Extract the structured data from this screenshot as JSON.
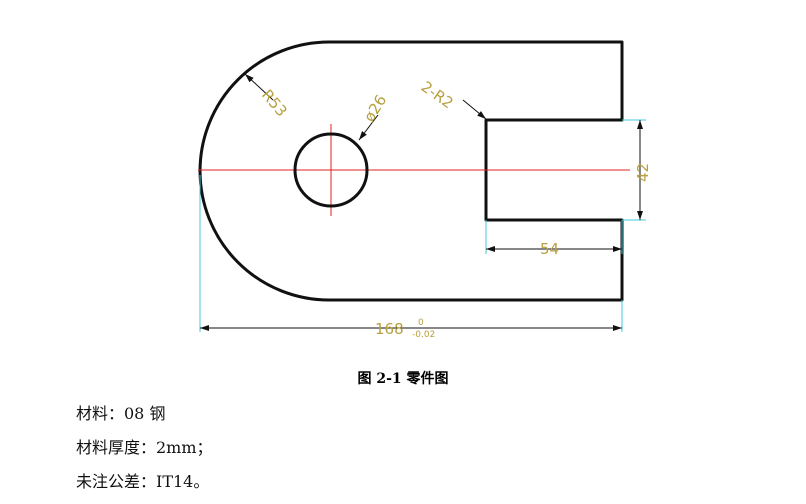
{
  "drawing": {
    "dim_r53": "R53",
    "dim_phi26": "ø26",
    "dim_2r2": "2-R2",
    "dim_42": "42",
    "dim_54": "54",
    "dim_168": "168",
    "tol_upper": "0",
    "tol_lower": "-0.02",
    "colors": {
      "outline": "#111111",
      "centerline": "#e02020",
      "extension": "#40c8d8",
      "dimension": "#111111",
      "dim_text": "#b8a040"
    }
  },
  "caption": "图 2-1  零件图",
  "notes": [
    "材料：08 钢",
    "材料厚度：2mm；",
    "未注公差：IT14。"
  ]
}
